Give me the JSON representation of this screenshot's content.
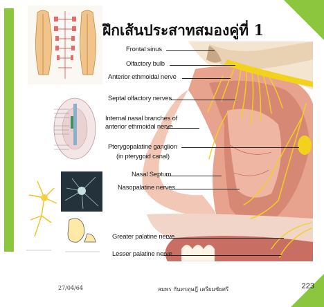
{
  "slide": {
    "title": "ฝึกเส้นประสาทสมองคู่ที่ 1",
    "labels": [
      "Frontal sinus",
      "Olfactory bulb",
      "Anterior ethmoidal nerve",
      "Septal olfactory nerves",
      "Internal nasal branches of",
      "anterior ethmoidal nerve",
      "Pterygopalatine ganglion",
      "(in pterygoid canal)",
      "Nasal Septum",
      "Nasopalatine nerves",
      "Greater palatine nerve",
      "Lesser palatine nerve"
    ],
    "footer": {
      "date": "27/04/64",
      "author": "สมพร กันทรดุษฎี เตรียมชัยศรี",
      "page_number": "223"
    },
    "colors": {
      "accent_green": "#8cc63f",
      "nerve_yellow": "#f2d21b",
      "tissue_pink": "#e8a38f"
    }
  }
}
